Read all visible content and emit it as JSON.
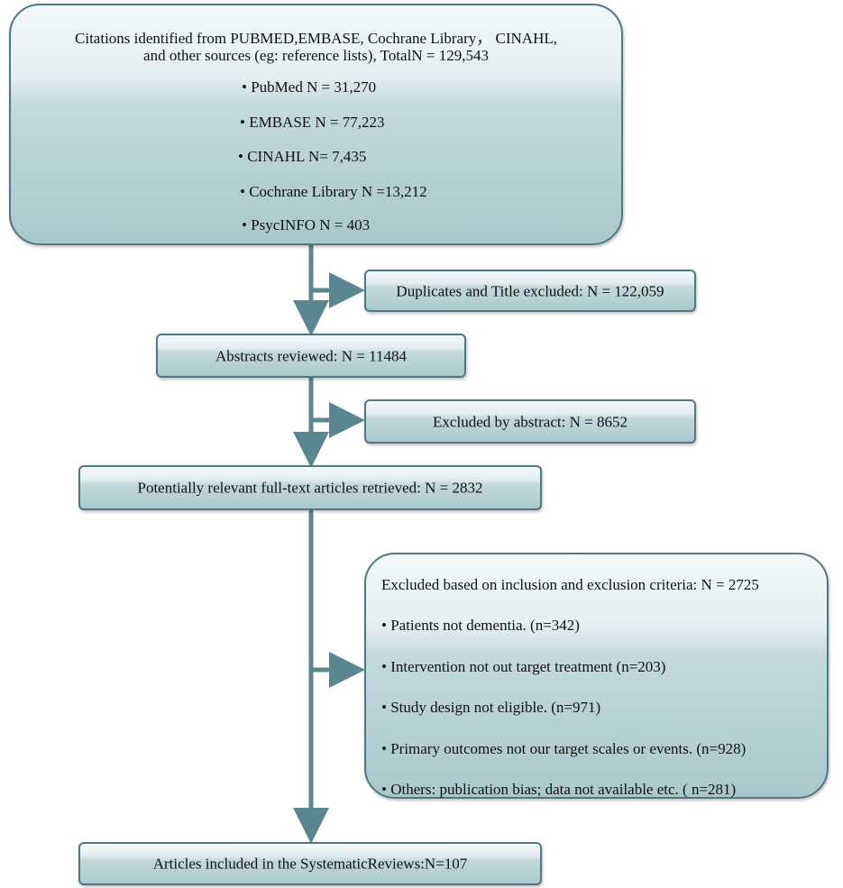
{
  "sources_box": {
    "title_line1": "Citations identified from PUBMED,EMBASE, Cochrane Library， CINAHL,",
    "title_line2": "and other sources (eg: reference lists), TotalN = 129,543",
    "items": [
      "• PubMed N = 31,270",
      "• EMBASE N = 77,223",
      "• CINAHL N= 7,435",
      "• Cochrane Library N =13,212",
      "• PsycINFO N = 403"
    ]
  },
  "duplicates_box": {
    "label": "Duplicates and Title excluded: N = 122,059"
  },
  "abstracts_box": {
    "label": "Abstracts reviewed: N = 11484"
  },
  "excluded_abstract_box": {
    "label": "Excluded by abstract: N = 8652"
  },
  "fulltext_box": {
    "label": "Potentially relevant full-text articles retrieved: N = 2832"
  },
  "criteria_box": {
    "title": "Excluded based on inclusion and exclusion criteria: N = 2725",
    "items": [
      "• Patients not dementia. (n=342)",
      "• Intervention not out target treatment (n=203)",
      "• Study design not eligible. (n=971)",
      "• Primary outcomes not our target scales or events. (n=928)",
      "• Others: publication bias; data not available etc. ( n=281)"
    ]
  },
  "included_box": {
    "label": "Articles included in the SystematicReviews:N=107"
  },
  "colors": {
    "arrow": "#5a8690",
    "border": "#4f7882",
    "fill_top": "#f4f9fa",
    "fill_bottom": "#aac8cc"
  }
}
